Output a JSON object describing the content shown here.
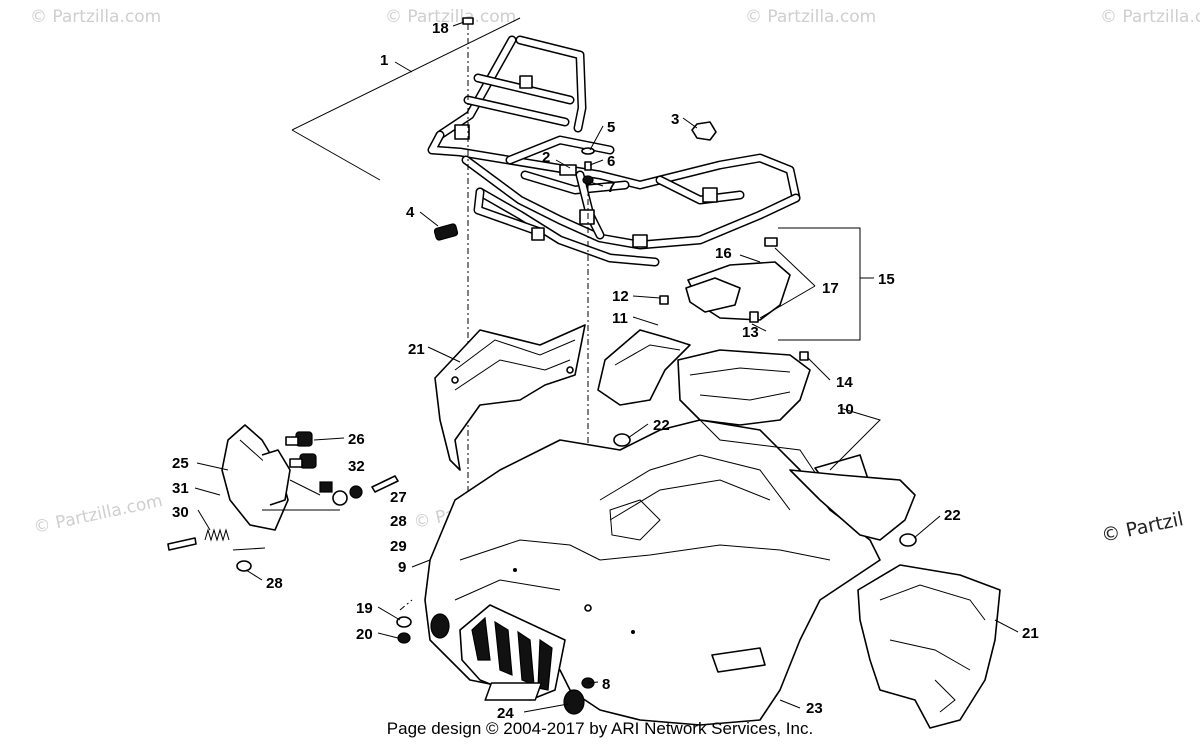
{
  "watermark": "© Partzilla.com",
  "side_watermark": "© Partzil",
  "footer": "Page design © 2004-2017 by ARI Network Services, Inc.",
  "callouts": {
    "n1": "1",
    "n2": "2",
    "n3": "3",
    "n4": "4",
    "n5": "5",
    "n6": "6",
    "n7": "7",
    "n8": "8",
    "n9": "9",
    "n10": "10",
    "n11": "11",
    "n12": "12",
    "n13": "13",
    "n14": "14",
    "n15": "15",
    "n16": "16",
    "n17": "17",
    "n18": "18",
    "n19": "19",
    "n20": "20",
    "n21a": "21",
    "n21b": "21",
    "n22a": "22",
    "n22b": "22",
    "n23": "23",
    "n24": "24",
    "n25": "25",
    "n26": "26",
    "n27": "27",
    "n28a": "28",
    "n28b": "28",
    "n29": "29",
    "n30": "30",
    "n31": "31",
    "n32": "32"
  }
}
